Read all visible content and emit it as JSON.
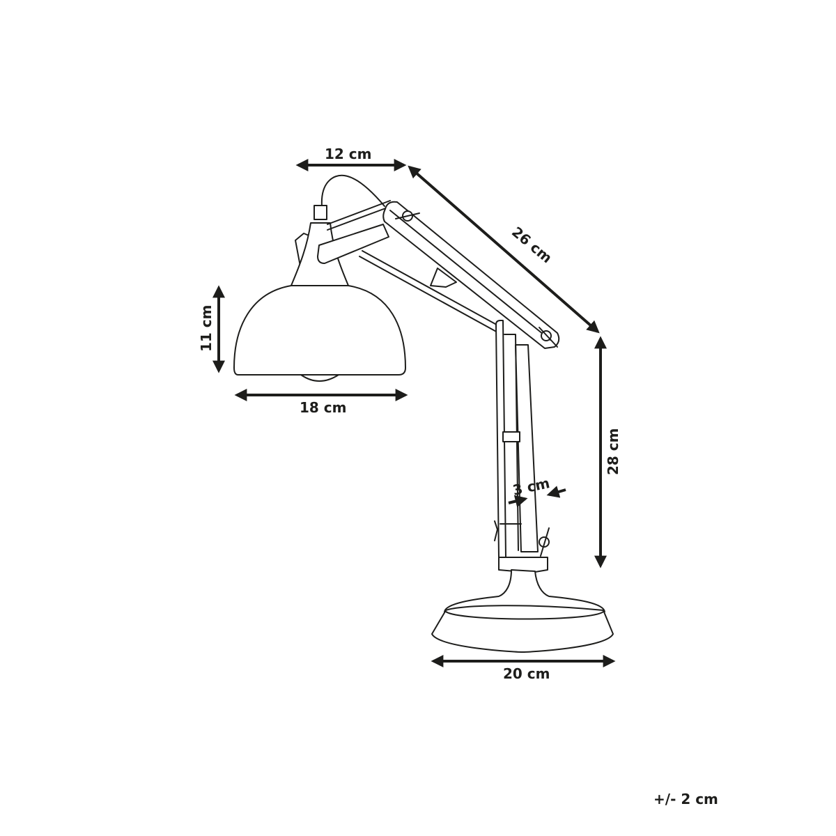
{
  "diagram": {
    "subject": "desk-lamp-dimensions",
    "colors": {
      "line": "#1d1d1b",
      "background": "#ffffff"
    },
    "dimensions": {
      "shade_neck_width": "12 cm",
      "upper_arm_length": "26 cm",
      "shade_height": "11 cm",
      "shade_diameter": "18 cm",
      "lower_arm_height": "28 cm",
      "arm_width": "3 cm",
      "base_diameter": "20 cm"
    },
    "tolerance": "+/- 2 cm"
  }
}
